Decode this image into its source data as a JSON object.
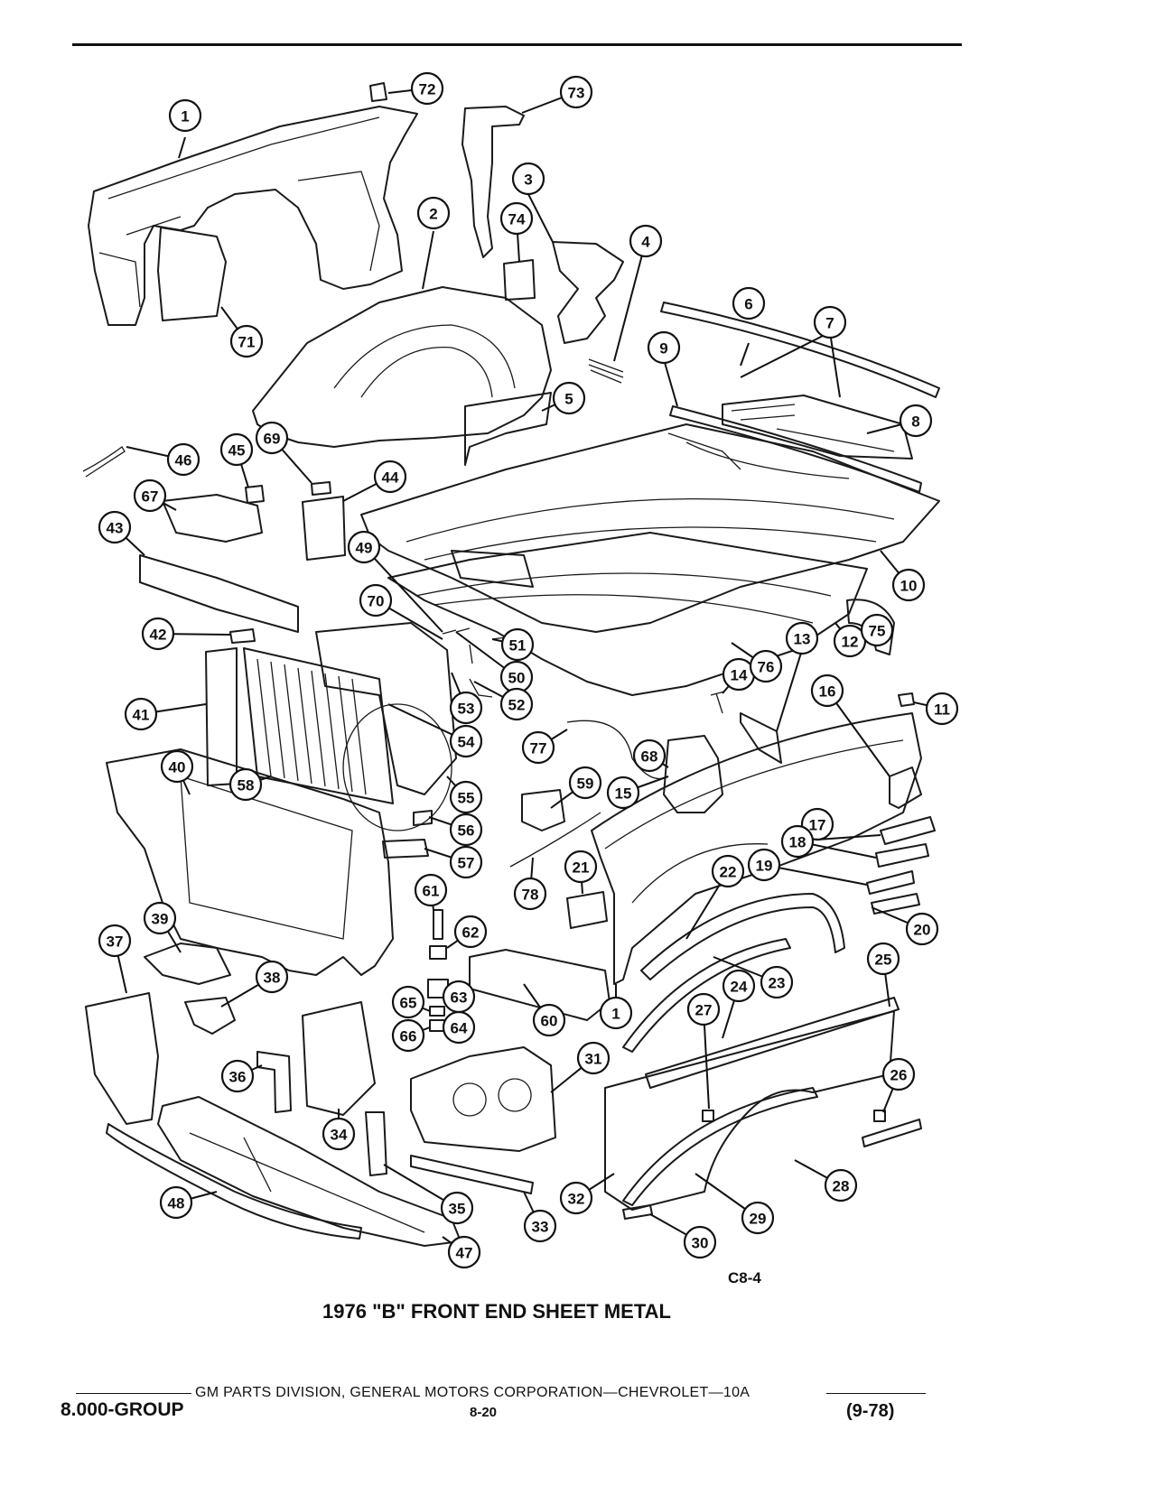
{
  "title": "1976 \"B\" FRONT END SHEET METAL",
  "figure_code": "C8-4",
  "footer": {
    "publisher": "GM PARTS DIVISION, GENERAL MOTORS CORPORATION—CHEVROLET—10A",
    "group": "8.000-GROUP",
    "page": "8-20",
    "date": "(9-78)"
  },
  "callouts": [
    "1",
    "1",
    "2",
    "3",
    "4",
    "5",
    "6",
    "7",
    "8",
    "9",
    "10",
    "11",
    "12",
    "13",
    "14",
    "15",
    "16",
    "17",
    "18",
    "19",
    "20",
    "21",
    "22",
    "23",
    "24",
    "25",
    "26",
    "27",
    "28",
    "29",
    "30",
    "31",
    "32",
    "33",
    "34",
    "35",
    "36",
    "37",
    "38",
    "39",
    "40",
    "41",
    "42",
    "43",
    "44",
    "45",
    "46",
    "47",
    "48",
    "49",
    "50",
    "51",
    "52",
    "53",
    "54",
    "55",
    "56",
    "57",
    "58",
    "59",
    "60",
    "61",
    "62",
    "63",
    "64",
    "65",
    "66",
    "67",
    "68",
    "69",
    "70",
    "71",
    "72",
    "73",
    "74",
    "75",
    "76",
    "77",
    "78"
  ]
}
